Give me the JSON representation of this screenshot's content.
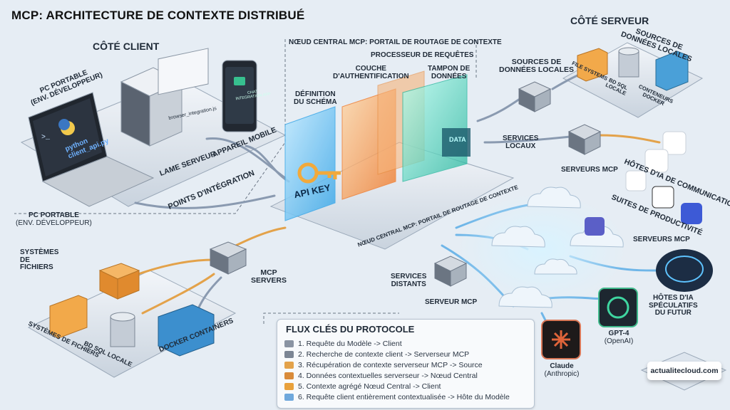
{
  "title": "MCP: ARCHITECTURE DE CONTEXTE DISTRIBUÉ",
  "client_side": {
    "heading": "CÔTÉ CLIENT",
    "laptop_label_top_1": "PC PORTABLE",
    "laptop_label_top_2": "(ENV. DÉVELOPPEUR)",
    "laptop_screen_code_1": "python",
    "laptop_screen_code_2": "client_api.py",
    "laptop_label_bottom_1": "PC PORTABLE",
    "laptop_label_bottom_2": "(ENV. DÉVELOPPEUR)",
    "server_blade_label": "LAME SERVEUR",
    "server_screen_text": "browser_integration.js",
    "mobile_label": "APPAREIL MOBILE",
    "mobile_screen_text_1": "CHAT",
    "mobile_screen_text_2": "integration.app",
    "integration_points": "POINTS D'INTÉGRATION"
  },
  "central_node": {
    "top_label": "NŒUD CENTRAL MCP: PORTAIL DE ROUTAGE DE CONTEXTE",
    "request_processor": "PROCESSEUR DE REQUÊTES",
    "auth_layer_1": "COUCHE",
    "auth_layer_2": "D'AUTHENTIFICATION",
    "data_buffer_1": "TAMPON DE",
    "data_buffer_2": "DONNÉES",
    "schema_1": "DÉFINITION",
    "schema_2": "DU SCHÉMA",
    "api_key": "API KEY",
    "data_panel": "DATA",
    "base_label": "NŒUD CENTRAL MCP: PORTAIL DE ROUTAGE DE CONTEXTE"
  },
  "server_side": {
    "heading": "CÔTÉ SERVEUR",
    "local_sources_right_1": "SOURCES DE",
    "local_sources_right_2": "DONNÉES LOCALES",
    "local_sources_mid_1": "SOURCES DE",
    "local_sources_mid_2": "DONNÉES LOCALES",
    "file_systems": "FILE SYSTEMS",
    "bd_sql_1": "BD SQL",
    "bd_sql_2": "LOCALE",
    "containers_1": "CONTENEURS",
    "containers_2": "DOCKER",
    "local_services_1": "SERVICES",
    "local_services_2": "LOCAUX",
    "mcp_servers": "SERVEURS MCP",
    "ai_comm_hosts": "HÔTES D'IA DE COMMUNICATION",
    "productivity": "SUITES DE PRODUCTIVITÉ",
    "mcp_servers_2": "SERVEURS MCP"
  },
  "bottom_left": {
    "systems_1": "SYSTÈMES",
    "systems_2": "DE",
    "systems_3": "FICHIERS",
    "mcp_servers_1": "MCP",
    "mcp_servers_2": "SERVERS",
    "file_systems_label": "SYSTÈMES DE FICHIERS",
    "bd_sql": "BD SQL LOCALE",
    "docker": "DOCKER CONTAINERS"
  },
  "remote": {
    "services_1": "SERVICES",
    "services_2": "DISTANTS",
    "mcp_server": "SERVEUR MCP",
    "future_hosts_1": "HÔTES D'IA",
    "future_hosts_2": "SPÉCULATIFS",
    "future_hosts_3": "DU FUTUR",
    "gpt_name": "GPT-4",
    "gpt_org": "(OpenAI)",
    "claude_name": "Claude",
    "claude_org": "(Anthropic)"
  },
  "legend": {
    "title": "FLUX CLÉS DU PROTOCOLE",
    "items": [
      {
        "text": "1. Requête du Modèle -> Client",
        "color": "#8a94a3"
      },
      {
        "text": "2. Recherche de contexte client -> Serverseur MCP",
        "color": "#7b8594"
      },
      {
        "text": "3. Récupération de contexte serverseur MCP -> Source",
        "color": "#e3a24a"
      },
      {
        "text": "4. Données contextuelles serverseur -> Nœud Central",
        "color": "#d98b3a"
      },
      {
        "text": "5. Contexte agrégé Nœud Central -> Client",
        "color": "#e8a13c"
      },
      {
        "text": "6. Requête client entièrement contextualisée -> Hôte du Modèle",
        "color": "#6fa8dc"
      }
    ]
  },
  "badge": "actualitecloud.com",
  "colors": {
    "background": "#e6edf4",
    "orange_flow": "#e3a24a",
    "blue_flow": "#6fb6e8",
    "central_glow": "#4fc3f7"
  }
}
